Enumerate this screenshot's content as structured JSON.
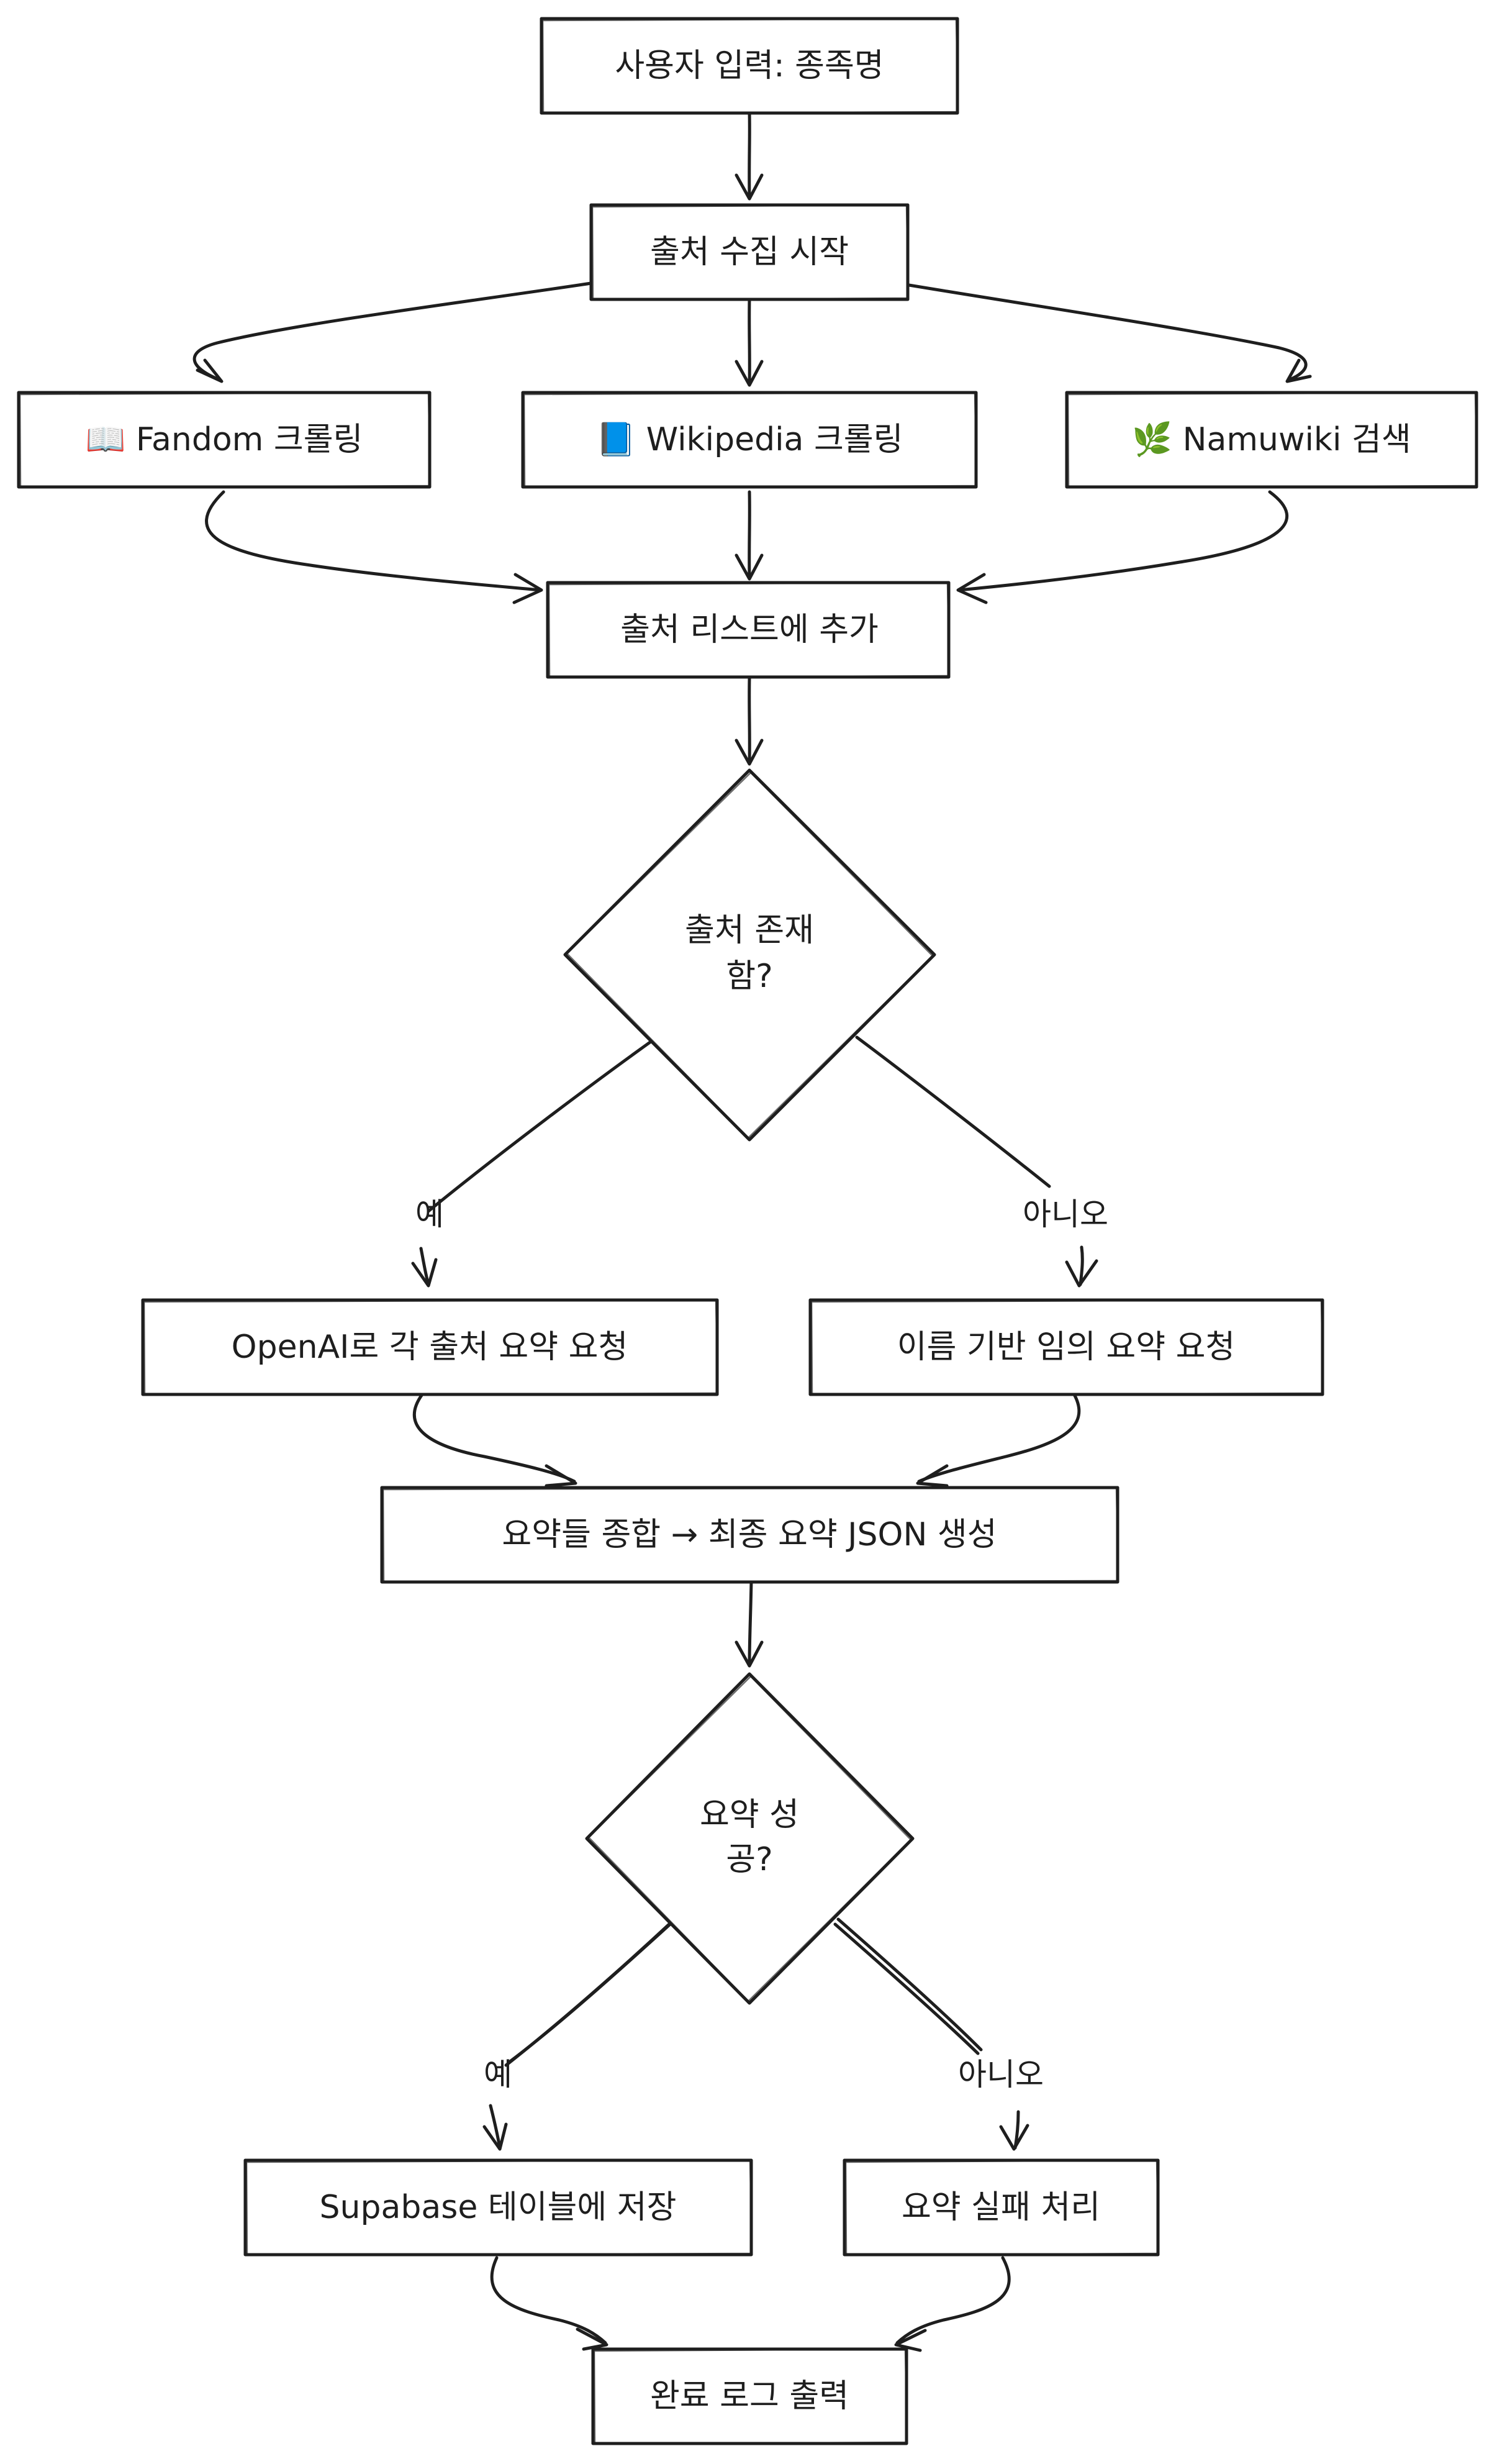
{
  "nodes": {
    "input": "사용자 입력: 종족명",
    "collect": "출처 수집 시작",
    "fandom": "📖 Fandom 크롤링",
    "wikipedia": "📘 Wikipedia 크롤링",
    "namuwiki": "🌿 Namuwiki 검색",
    "add_list": "출처 리스트에 추가",
    "source_exists_line1": "출처 존재",
    "source_exists_line2": "함?",
    "openai_summary": "OpenAI로 각 출처 요약 요청",
    "name_summary": "이름 기반 임의 요약 요청",
    "combine": "요약들 종합 → 최종 요약 JSON 생성",
    "summary_ok_line1": "요약 성",
    "summary_ok_line2": "공?",
    "save": "Supabase 테이블에 저장",
    "fail": "요약 실패 처리",
    "done": "완료 로그 출력"
  },
  "edge_labels": {
    "exists_yes": "예",
    "exists_no": "아니오",
    "success_yes": "예",
    "success_no": "아니오"
  }
}
